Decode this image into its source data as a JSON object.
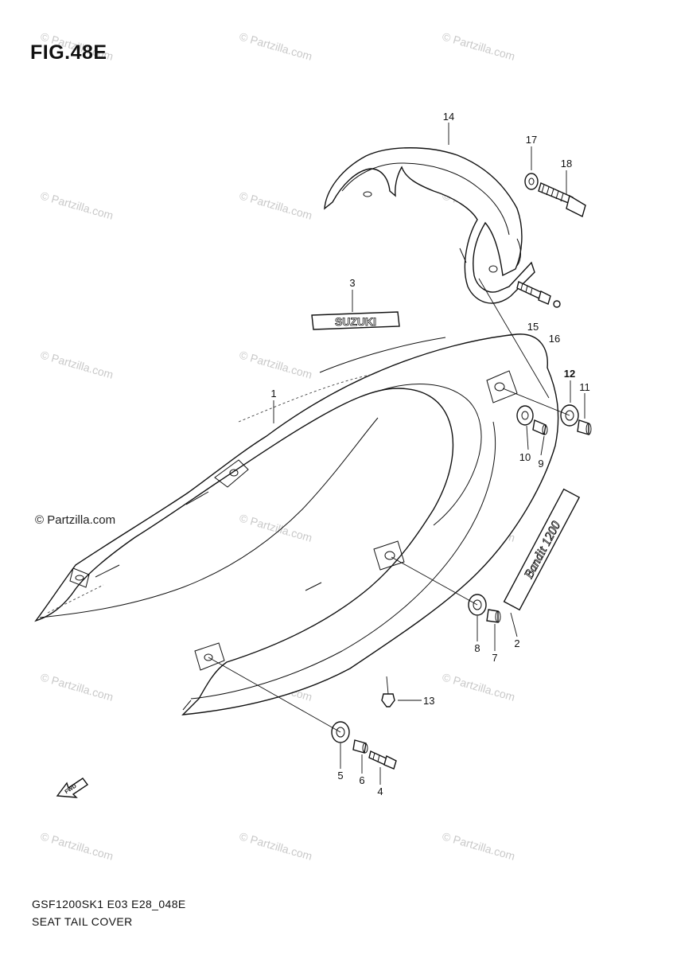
{
  "figure": {
    "title": "FIG.48E",
    "code": "GSF1200SK1 E03 E28_048E",
    "name": "SEAT TAIL COVER"
  },
  "emblem_text": "SUZUKI",
  "model_badge_text": "Bandit 1200",
  "fwd_arrow_text": "FWD",
  "partzilla_label": "© Partzilla.com",
  "watermark_text": "© Partzilla.com",
  "callouts": [
    "1",
    "2",
    "3",
    "4",
    "5",
    "6",
    "7",
    "8",
    "9",
    "10",
    "11",
    "12",
    "13",
    "14",
    "15",
    "16",
    "17",
    "18"
  ]
}
